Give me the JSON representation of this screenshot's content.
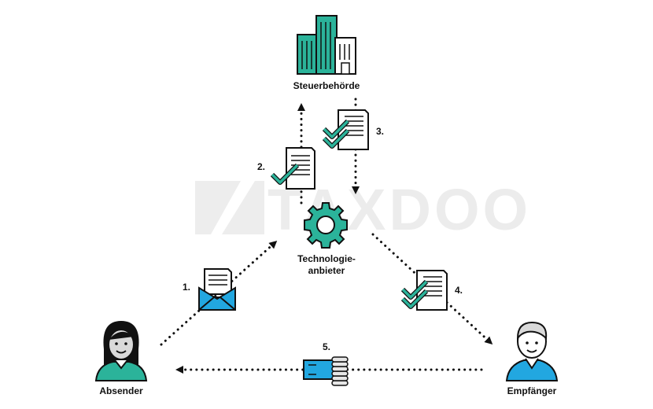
{
  "watermark": {
    "text": "TAXDOO"
  },
  "nodes": {
    "authority": {
      "label": "Steuerbehörde",
      "icon": "office-building-icon"
    },
    "provider": {
      "label_line1": "Technologie-",
      "label_line2": "anbieter",
      "icon": "gear-icon"
    },
    "sender": {
      "label": "Absender",
      "icon": "woman-avatar-icon"
    },
    "receiver": {
      "label": "Empfänger",
      "icon": "man-avatar-icon"
    }
  },
  "steps": [
    {
      "number": "1.",
      "icon": "envelope-document-icon"
    },
    {
      "number": "2.",
      "icon": "checked-document-icon"
    },
    {
      "number": "3.",
      "icon": "double-checked-document-icon"
    },
    {
      "number": "4.",
      "icon": "double-checked-document-icon"
    },
    {
      "number": "5.",
      "icon": "payment-cash-coins-icon"
    }
  ],
  "colors": {
    "teal": "#2bb39a",
    "blue": "#22a7e0",
    "skin": "#d9d9d9",
    "outline": "#111111",
    "watermark": "#ececec"
  }
}
